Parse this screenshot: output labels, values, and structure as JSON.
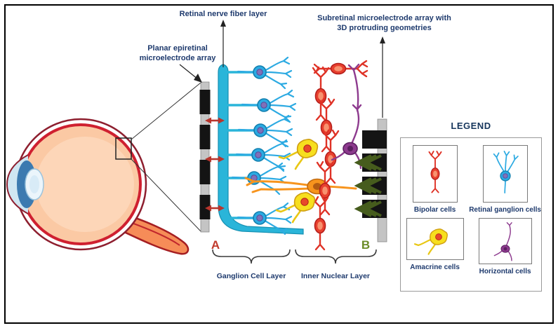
{
  "figure": {
    "annotations": {
      "retinal_nerve_fiber_layer": "Retinal nerve fiber layer",
      "planar_epiretinal": {
        "line1": "Planar epiretinal",
        "line2": "microelectrode array"
      },
      "subretinal": {
        "line1": "Subretinal microelectrode array with",
        "line2": "3D protruding geometries"
      },
      "marker_a": "A",
      "marker_b": "B",
      "ganglion_cell_layer": "Ganglion Cell Layer",
      "inner_nuclear_layer": "Inner Nuclear Layer"
    },
    "legend": {
      "title": "LEGEND",
      "items": [
        {
          "id": "bipolar",
          "label": "Bipolar cells",
          "color": "#e0392b"
        },
        {
          "id": "retinal-ganglion",
          "label": "Retinal ganglion cells",
          "color": "#2caae2"
        },
        {
          "id": "amacrine",
          "label": "Amacrine cells",
          "color": "#f6d91f"
        },
        {
          "id": "horizontal",
          "label": "Horizontal cells",
          "color": "#8d3a8e"
        }
      ]
    },
    "colors": {
      "annotation_text": "#1e3a6d",
      "marker_a": "#c0392b",
      "marker_b": "#6b8c28",
      "nerve_fiber_cyan": "#2ab5d9",
      "electrode_gray": "#c4c4c4",
      "electrode_black": "#141414",
      "protrusion_green": "#465c1d",
      "orange_cell": "#f7941d",
      "eye_sclera_outline": "#8e1f2f",
      "eye_retina_red": "#cf2030",
      "eye_interior_peach": "#fbc9a4"
    }
  }
}
